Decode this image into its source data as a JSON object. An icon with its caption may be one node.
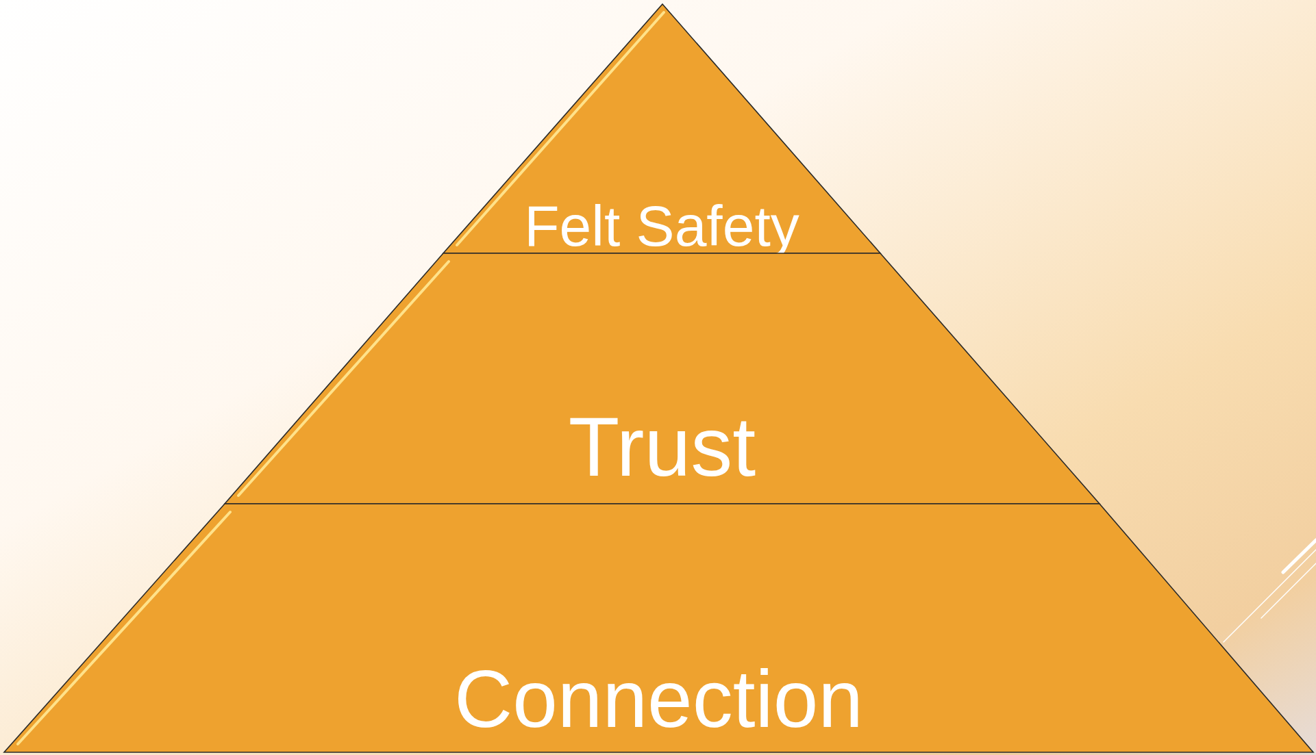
{
  "diagram": {
    "nodes": [
      {
        "text": [
          "Felt Safety"
        ]
      },
      {
        "text": [
          "Trust"
        ]
      },
      {
        "text": [
          "Connection"
        ]
      }
    ]
  }
}
